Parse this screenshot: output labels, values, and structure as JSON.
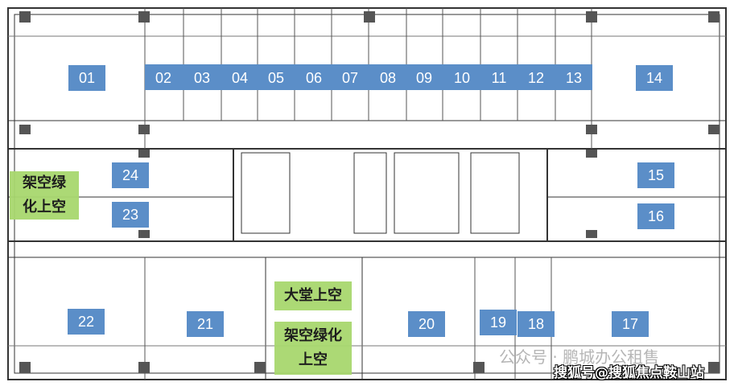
{
  "units_top": [
    {
      "id": "01"
    },
    {
      "id": "02"
    },
    {
      "id": "03"
    },
    {
      "id": "04"
    },
    {
      "id": "05"
    },
    {
      "id": "06"
    },
    {
      "id": "07"
    },
    {
      "id": "08"
    },
    {
      "id": "09"
    },
    {
      "id": "10"
    },
    {
      "id": "11"
    },
    {
      "id": "12"
    },
    {
      "id": "13"
    },
    {
      "id": "14"
    }
  ],
  "units_other": [
    "24",
    "23",
    "15",
    "16",
    "22",
    "21",
    "20",
    "19",
    "18",
    "17"
  ],
  "green_areas": {
    "left": [
      "架空绿",
      "化上空"
    ],
    "lobby": [
      "大堂上空"
    ],
    "bottom": [
      "架空绿化",
      "上空"
    ]
  },
  "watermark": {
    "wechat": "公众号 · 鹏城办公租售",
    "sohu": "搜狐号@搜狐焦点鞍山站"
  },
  "colors": {
    "unit": "#5b8ec8",
    "green": "#a8d86e"
  }
}
